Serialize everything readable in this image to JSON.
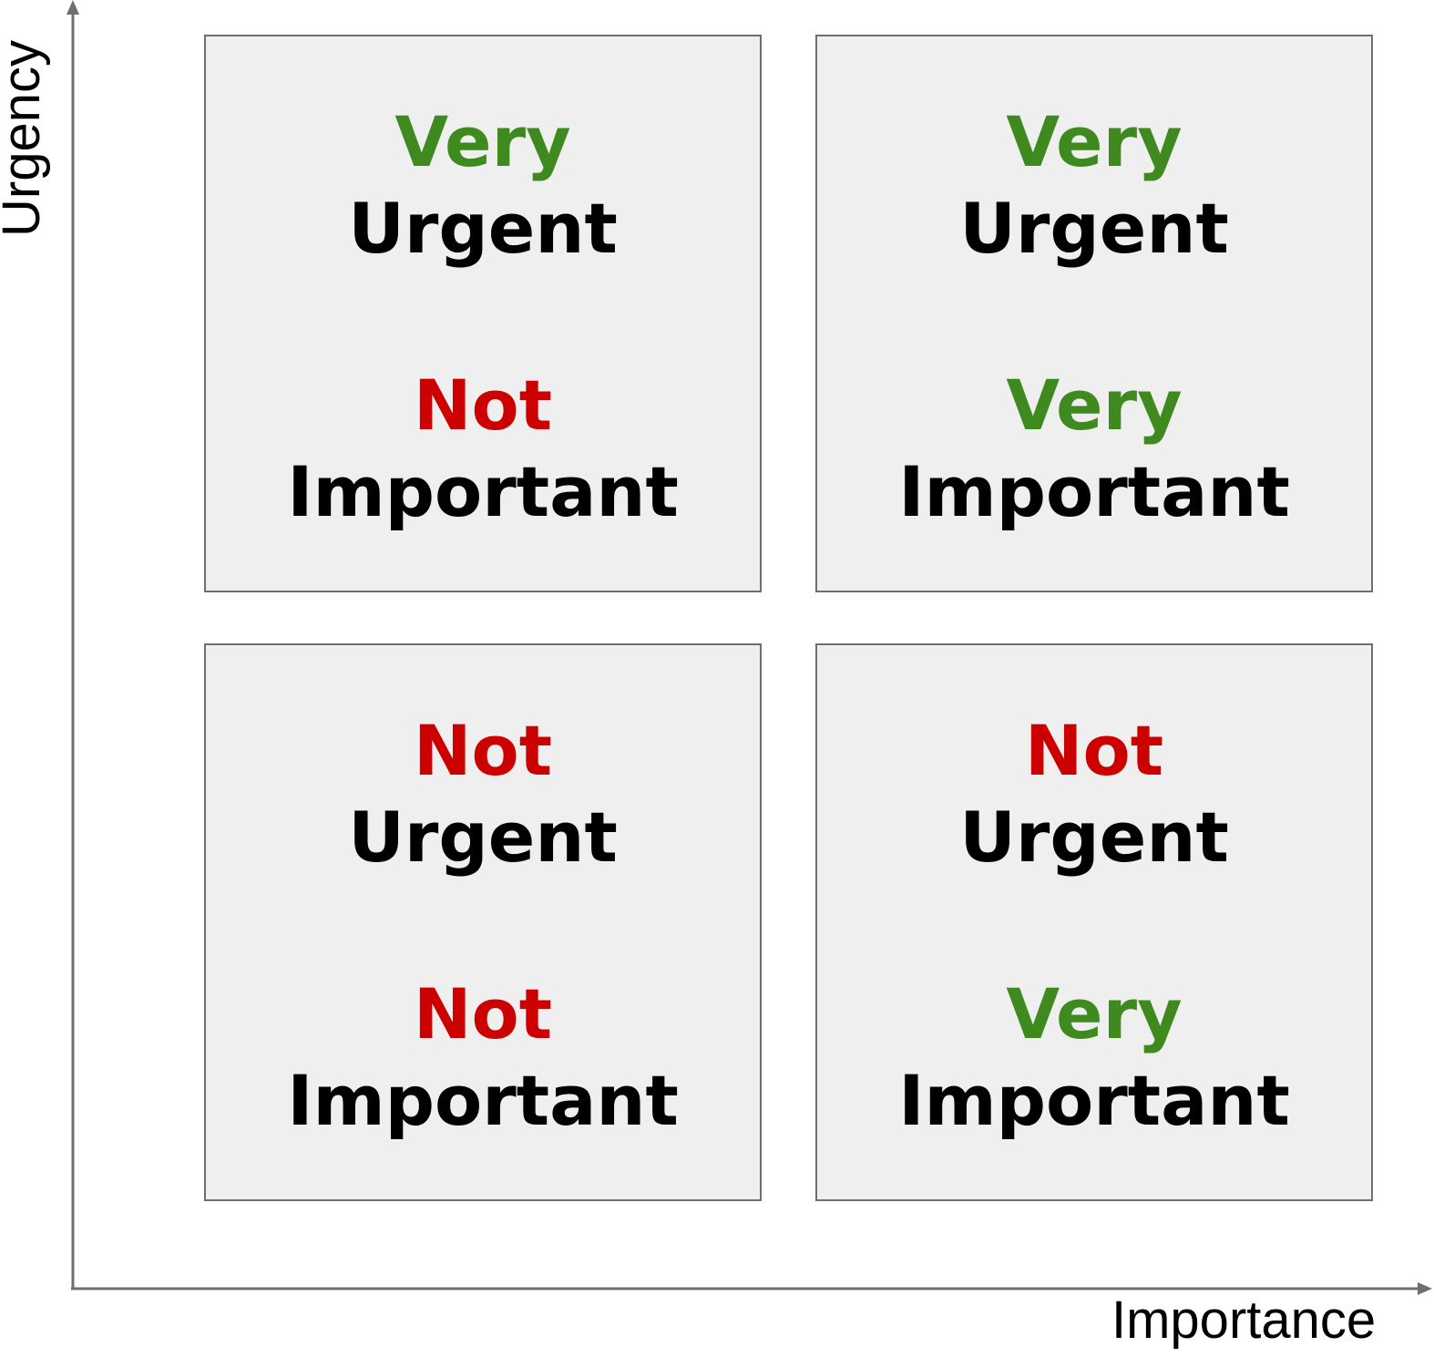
{
  "axes": {
    "x_label": "Importance",
    "y_label": "Urgency"
  },
  "colors": {
    "very": "#3f8a1f",
    "not": "#cc0000",
    "noun": "#000000"
  },
  "quadrants": {
    "top_left": {
      "urgency_level": "Very",
      "urgency_word": "Urgent",
      "importance_level": "Not",
      "importance_word": "Important"
    },
    "top_right": {
      "urgency_level": "Very",
      "urgency_word": "Urgent",
      "importance_level": "Very",
      "importance_word": "Important"
    },
    "bottom_left": {
      "urgency_level": "Not",
      "urgency_word": "Urgent",
      "importance_level": "Not",
      "importance_word": "Important"
    },
    "bottom_right": {
      "urgency_level": "Not",
      "urgency_word": "Urgent",
      "importance_level": "Very",
      "importance_word": "Important"
    }
  }
}
